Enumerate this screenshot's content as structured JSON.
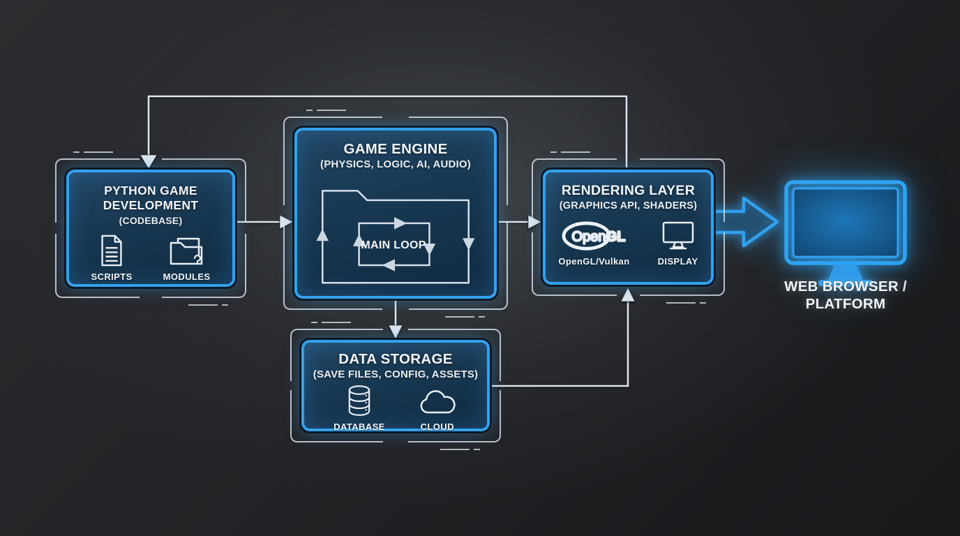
{
  "colors": {
    "background": "#232528",
    "accent": "#33a1ec",
    "line": "#dee6ee",
    "text": "#f2f6fa"
  },
  "nodes": {
    "python_dev": {
      "title": "PYTHON GAME DEVELOPMENT",
      "subtitle": "(CODEBASE)",
      "items": [
        {
          "icon": "document-icon",
          "label": "SCRIPTS"
        },
        {
          "icon": "folders-icon",
          "label": "MODULES"
        }
      ]
    },
    "game_engine": {
      "title": "GAME ENGINE",
      "subtitle": "(PHYSICS, LOGIC, AI, AUDIO)",
      "loop_label": "MAIN LOOP"
    },
    "rendering_layer": {
      "title": "RENDERING LAYER",
      "subtitle": "(GRAPHICS API, SHADERS)",
      "items": [
        {
          "icon": "opengl-logo",
          "label": "OpenGL/Vulkan",
          "logo_text_open": "Open",
          "logo_text_gl": "GL"
        },
        {
          "icon": "display-icon",
          "label": "DISPLAY"
        }
      ]
    },
    "data_storage": {
      "title": "DATA STORAGE",
      "subtitle": "(SAVE FILES, CONFIG, ASSETS)",
      "items": [
        {
          "icon": "database-icon",
          "label": "DATABASE"
        },
        {
          "icon": "cloud-icon",
          "label": "CLOUD"
        }
      ]
    },
    "platform": {
      "icon": "monitor-icon",
      "label": "WEB BROWSER / PLATFORM"
    }
  }
}
